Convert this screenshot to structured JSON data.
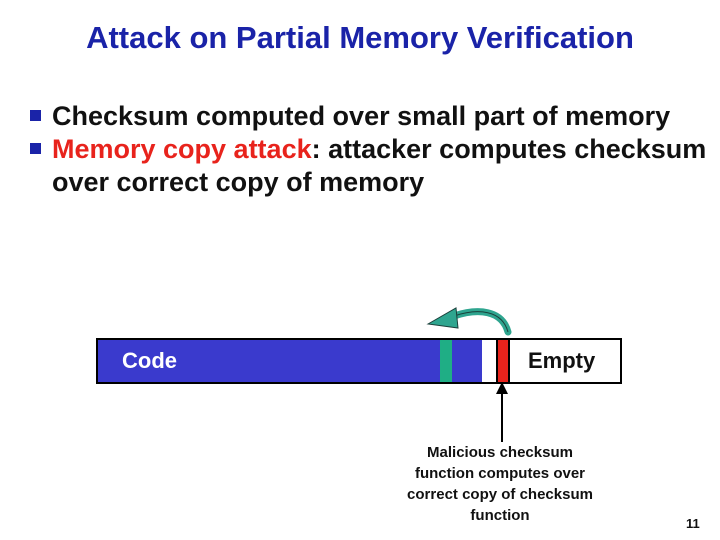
{
  "slide": {
    "title": "Attack on Partial Memory Verification",
    "bullets": [
      {
        "text": "Checksum computed over small part of memory"
      },
      {
        "highlight": "Memory copy attack",
        "text": ": attacker computes checksum over correct copy of memory"
      }
    ],
    "page_number": "11"
  },
  "diagram": {
    "code_label": "Code",
    "empty_label": "Empty",
    "caption": "Malicious checksum function computes over correct copy of checksum function",
    "colors": {
      "code": "#3a3acd",
      "checksum_function": "#1fae85",
      "copy": "#e8231c",
      "arrow": "#2ea58f"
    }
  }
}
